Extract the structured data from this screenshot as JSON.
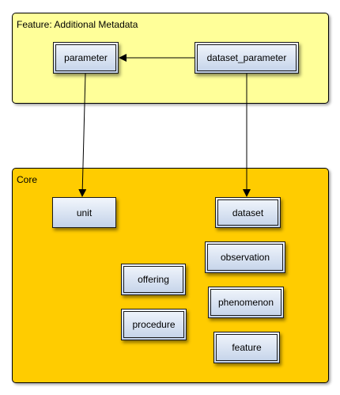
{
  "packages": {
    "feature_title": "Feature: Additional Metadata",
    "core_title": "Core"
  },
  "entities": {
    "parameter": "parameter",
    "dataset_parameter": "dataset_parameter",
    "unit": "unit",
    "dataset": "dataset",
    "observation": "observation",
    "offering": "offering",
    "phenomenon": "phenomenon",
    "procedure": "procedure",
    "feature": "feature"
  },
  "colors": {
    "feature_package_fill": "#ffff99",
    "core_package_fill": "#ffcc00",
    "entity_fill_top": "#f2f6fc",
    "entity_fill_bottom": "#c3d2e9"
  }
}
